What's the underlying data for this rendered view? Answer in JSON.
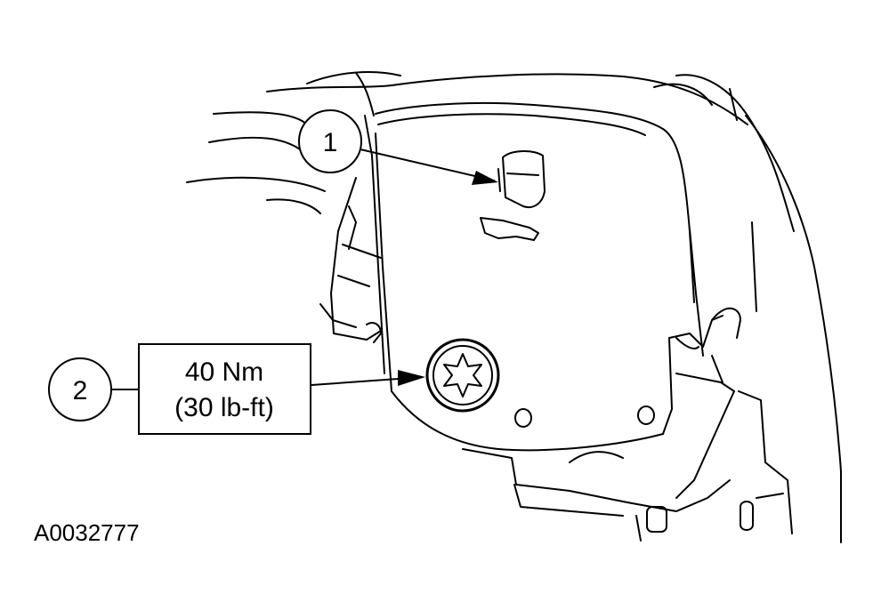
{
  "callouts": [
    {
      "number": "1"
    },
    {
      "number": "2"
    }
  ],
  "torque_spec": {
    "line1": "40 Nm",
    "line2": "(30 lb-ft)"
  },
  "figure_id": "A0032777",
  "colors": {
    "line": "#000000",
    "background": "#ffffff"
  }
}
